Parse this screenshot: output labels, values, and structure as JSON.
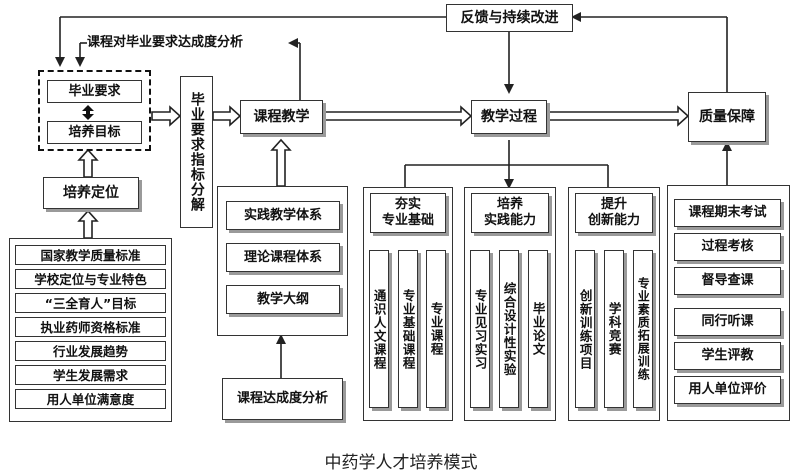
{
  "caption": "中药学人才培养模式",
  "top": {
    "feedback": "反馈与持续改进",
    "analysis": "课程对毕业要求达成度分析"
  },
  "left": {
    "graduation_requirements": "毕业要求",
    "training_objectives": "培养目标",
    "positioning": "培养定位",
    "inputs": [
      "国家教学质量标准",
      "学校定位与专业特色",
      "“三全育人”目标",
      "执业药师资格标准",
      "行业发展趋势",
      "学生发展需求",
      "用人单位满意度"
    ]
  },
  "decomposition": "毕业要求指标分解",
  "course_teaching": {
    "title": "课程教学",
    "items": [
      "实践教学体系",
      "理论课程体系",
      "教学大纲"
    ],
    "analysis": "课程达成度分析"
  },
  "teaching_process": {
    "title": "教学过程",
    "groups": [
      {
        "title": "夯实\n专业基础",
        "items": [
          "通识人文课程",
          "专业基础课程",
          "专业课程"
        ]
      },
      {
        "title": "培养\n实践能力",
        "items": [
          "专业见习实习",
          "综合设计性实验",
          "毕业论文"
        ]
      },
      {
        "title": "提升\n创新能力",
        "items": [
          "创新训练项目",
          "学科竞赛",
          "专业素质拓展训练"
        ]
      }
    ]
  },
  "quality": {
    "title": "质量保障",
    "items": [
      "课程期末考试",
      "过程考核",
      "督导查课",
      "同行听课",
      "学生评教",
      "用人单位评价"
    ]
  }
}
